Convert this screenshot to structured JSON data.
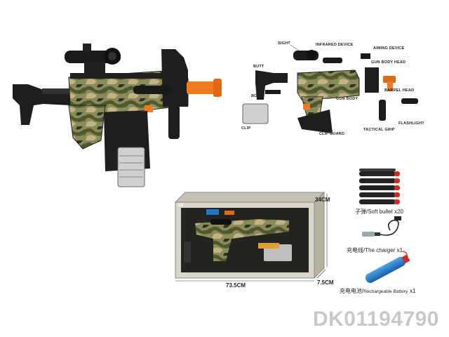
{
  "parts_labels": {
    "sight": "SIGHT",
    "infrared_device": "INFRARED DEVICE",
    "aiming_device": "AIMING DEVICE",
    "butt": "BUTT",
    "gun_body_head": "GUN BODY HEAD",
    "barrel_head": "BARREL HEAD",
    "bolt": "BOLT",
    "gun_body": "GUN BODY",
    "tactical_grip": "TACTICAL GRIP",
    "flashlight": "FLASHLIGHT",
    "clip": "CLIP",
    "clip_guard": "CLIP GUARD"
  },
  "package": {
    "height": "34CM",
    "width": "73.5CM",
    "depth": "7.5CM",
    "brand_mark": "GX"
  },
  "accessories": {
    "bullets": "子弹/Soft bullet  x20",
    "charger": "充电线/The charger  x1",
    "battery_cn": "充电电池/",
    "battery_en": "Rechargeable Battery",
    "battery_qty": "x1"
  },
  "product_code": "DK01194790",
  "colors": {
    "camo_green": "#5d6b3b",
    "camo_tan": "#b8a877",
    "body_black": "#1e1e1e",
    "barrel_orange": "#f07a1e",
    "dart_red": "#d8281e",
    "battery_blue": "#1f78c8",
    "code_gray": "#c8c8c8"
  }
}
